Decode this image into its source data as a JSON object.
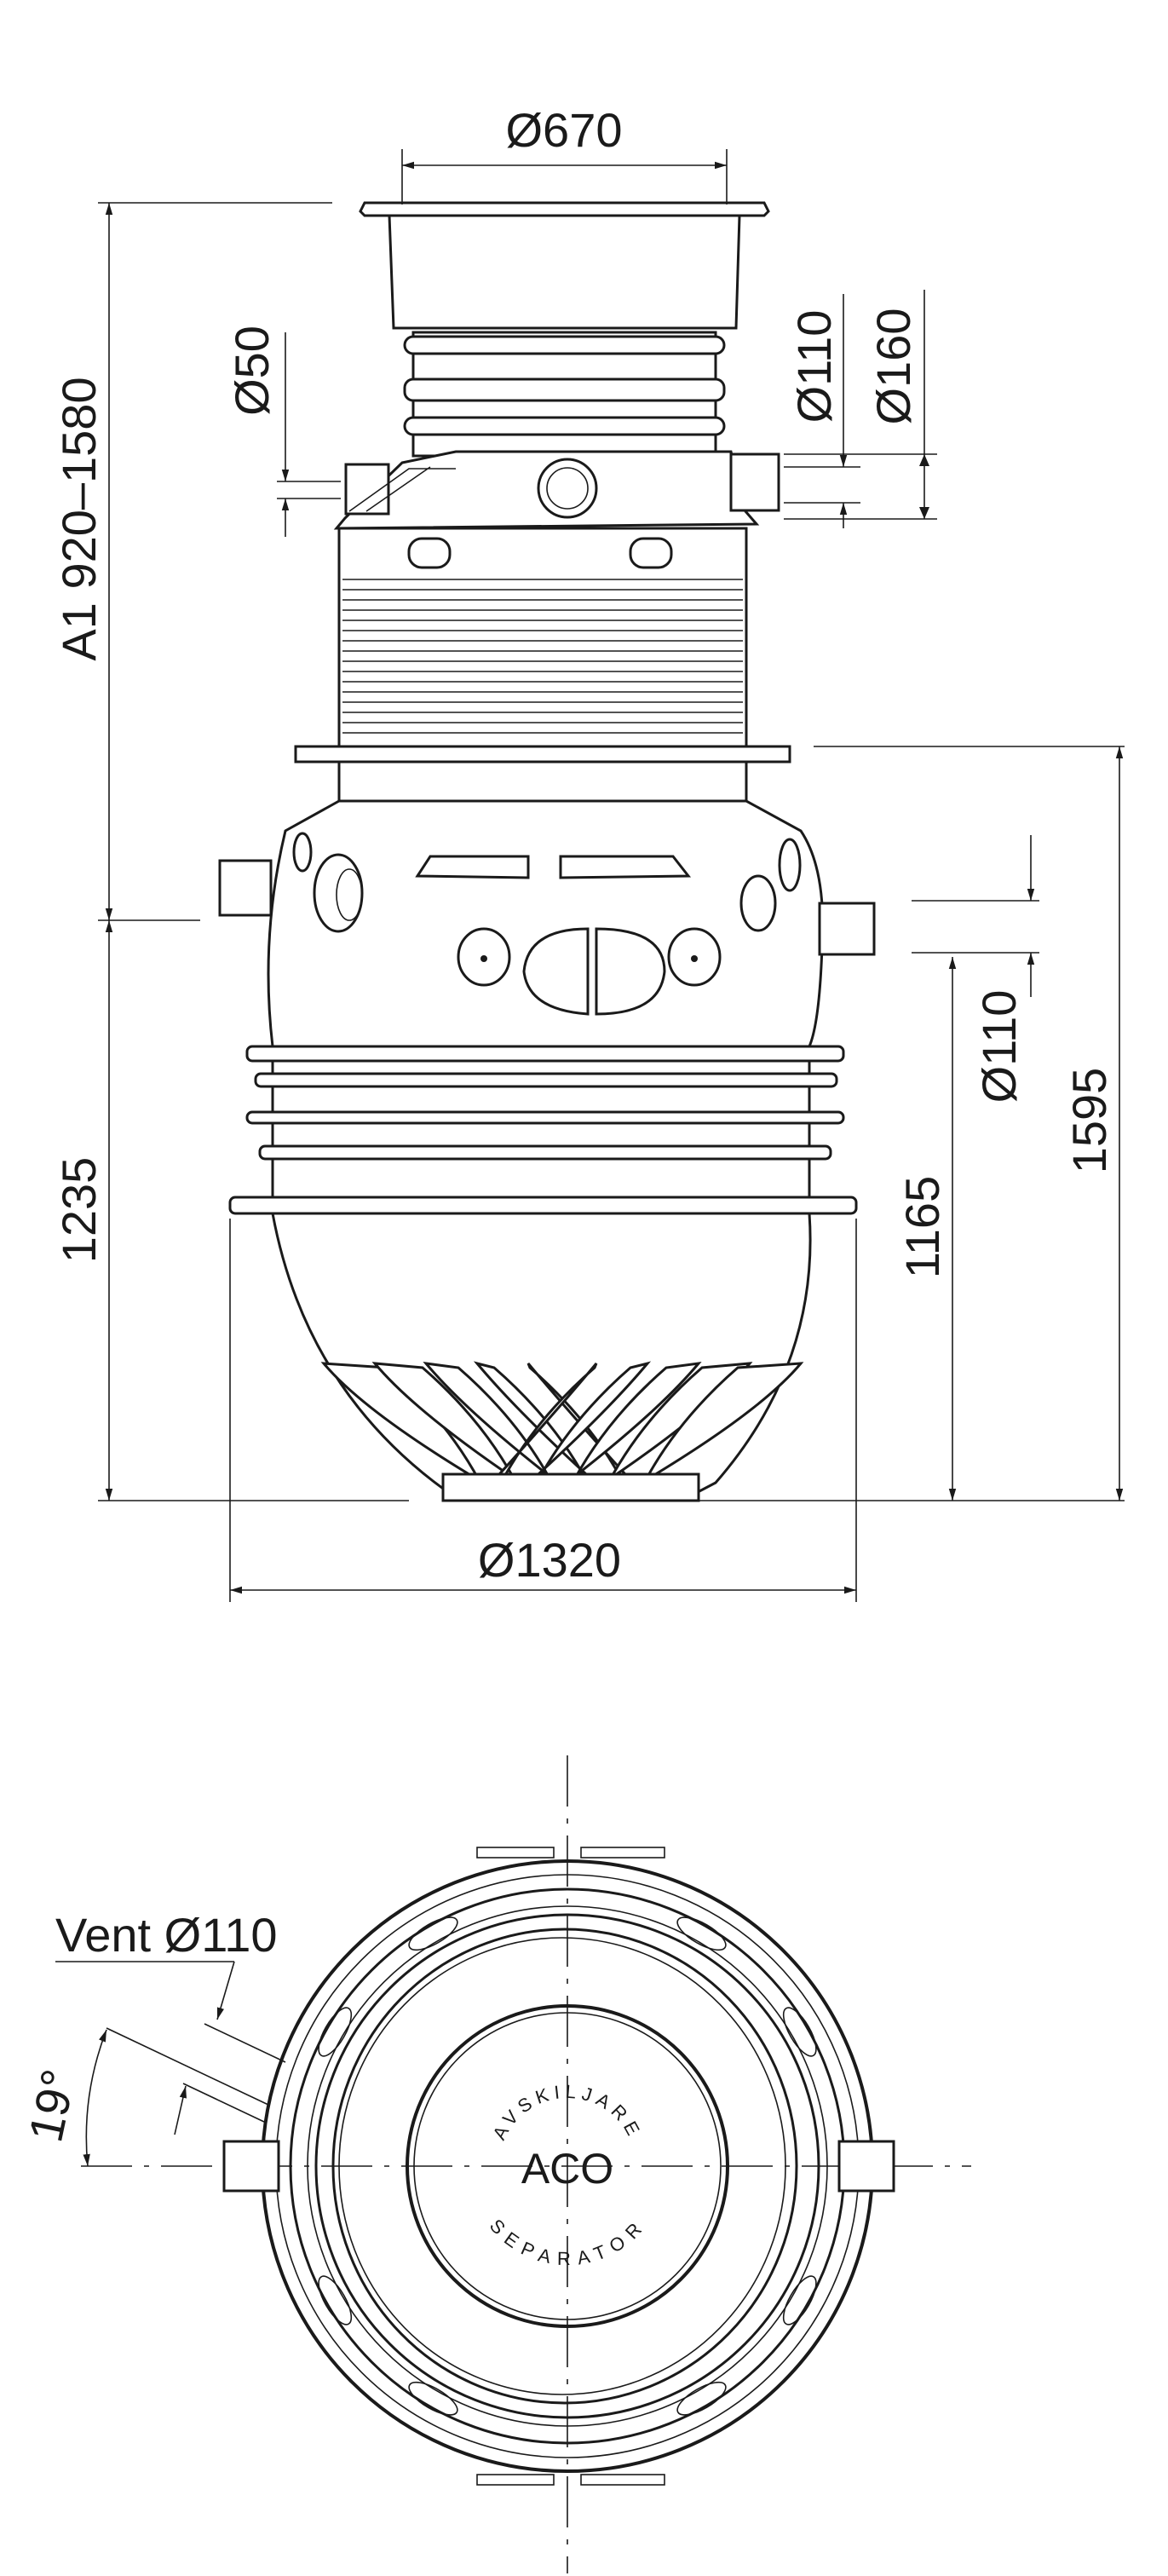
{
  "side_view": {
    "dim_top_diameter": "Ø670",
    "dim_height_range": "A1 920–1580",
    "dim_vent_small": "Ø50",
    "dim_outlet_110": "Ø110",
    "dim_outlet_160": "Ø160",
    "dim_inlet_110": "Ø110",
    "dim_height_1235": "1235",
    "dim_height_1165": "1165",
    "dim_height_1595": "1595",
    "dim_base_diameter": "Ø1320"
  },
  "top_view": {
    "vent_label": "Vent Ø110",
    "angle_label": "19°",
    "logo_brand": "ACO",
    "logo_top_text": "AVSKILJARE",
    "logo_bottom_text": "SEPARATOR"
  },
  "colors": {
    "line": "#1a1a1a",
    "background": "#ffffff"
  }
}
